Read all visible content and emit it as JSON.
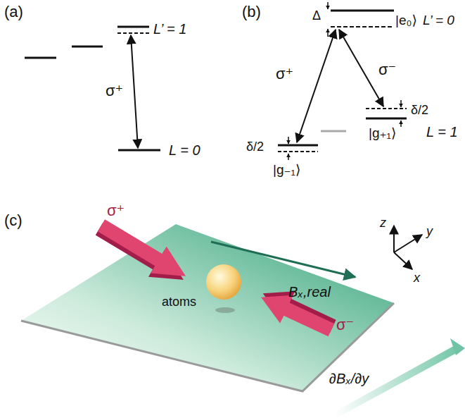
{
  "diagram": {
    "labels": [
      "(a)",
      "L’ = 1",
      "L = 0",
      "σ⁺",
      "(b)",
      "Δ",
      "|e₀⟩",
      "L’ = 0",
      "σ⁺",
      "σ⁻",
      "δ/2",
      "δ/2",
      "|g₊₁⟩",
      "|g₋₁⟩",
      "L = 1",
      "(c)",
      "σ⁺",
      "atoms",
      "Bₓ,real",
      "σ⁻",
      "∂Bₓ/∂y",
      "z",
      "y",
      "x"
    ]
  }
}
